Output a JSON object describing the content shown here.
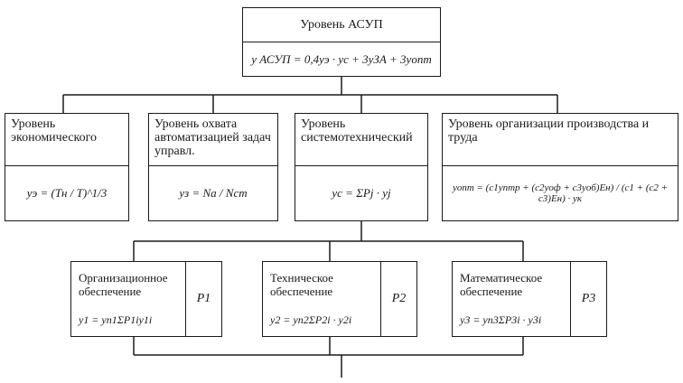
{
  "top": {
    "title": "Уровень АСУП",
    "formula": "y АСУП = 0,4yэ · yс + 3yЗА + 3yопт"
  },
  "levels": [
    {
      "label": "Уровень экономического",
      "formula": "yэ = (Tн / T)^1/3"
    },
    {
      "label": "Уровень охвата автоматизацией задач управл.",
      "formula": "yз = Nа / Nст"
    },
    {
      "label": "Уровень системотехнический",
      "formula": "yс = ΣPj · yj"
    },
    {
      "label": "Уровень организации производства и труда",
      "formula": "yопт = (c1yптр + (c2yоф + c3yоб)Eн) / (c1 + (c2 + c3)Eн) · yк"
    }
  ],
  "support": [
    {
      "label": "Организационное обеспечение",
      "formula": "y1 = yп1ΣP1iy1i",
      "weight": "P1"
    },
    {
      "label": "Техническое обеспечение",
      "formula": "y2 = yп2ΣP2i · y2i",
      "weight": "P2"
    },
    {
      "label": "Математическое обеспечение",
      "formula": "y3 = yп3ΣP3i · y3i",
      "weight": "P3"
    }
  ]
}
